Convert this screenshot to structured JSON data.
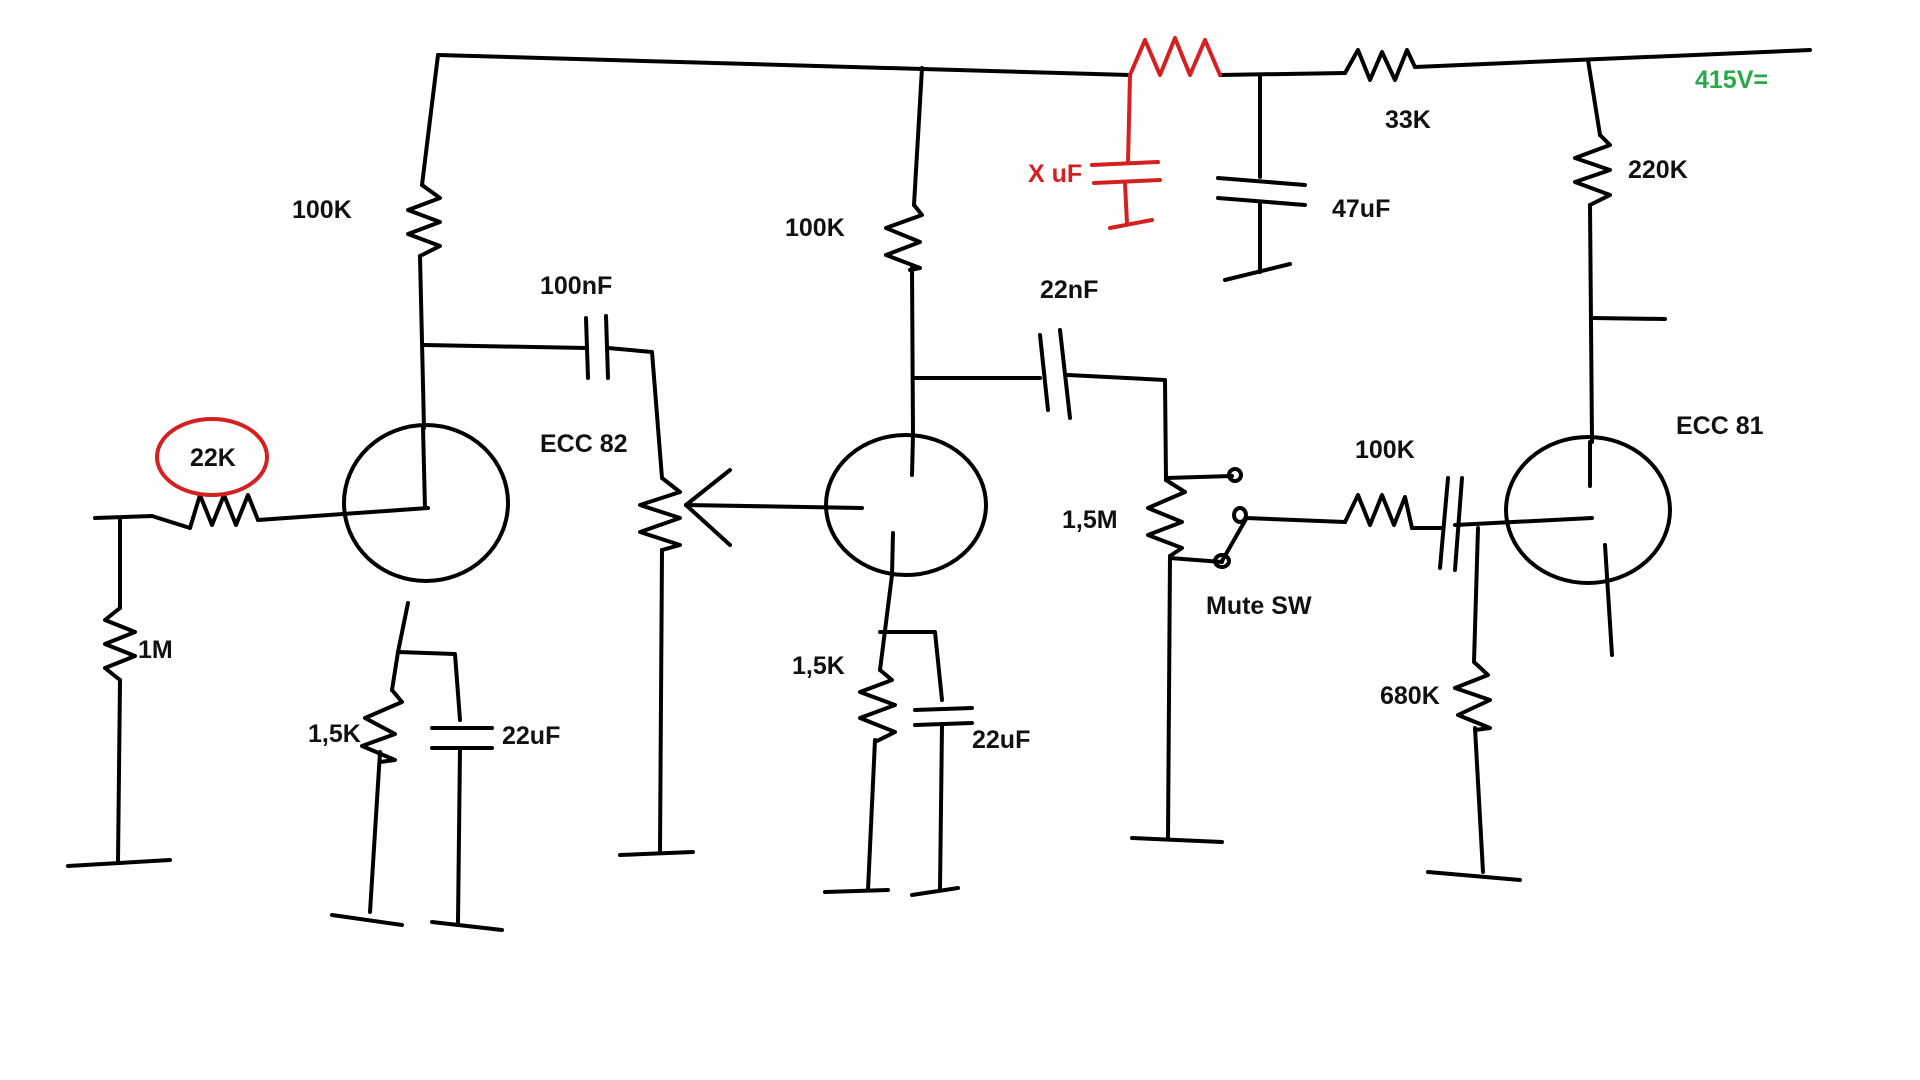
{
  "labels": {
    "r_in": "22K",
    "r_grid": "1M",
    "r_plate1": "100K",
    "c_coupling1": "100nF",
    "tube1": "ECC 82",
    "r_cathode1": "1,5K",
    "c_cathode1": "22uF",
    "r_plate2": "100K",
    "c_coupling2": "22nF",
    "r_cathode2": "1,5K",
    "c_cathode2": "22uF",
    "c_added": "X uF",
    "c_filter": "47uF",
    "r_dropper": "33K",
    "supply": "415V=",
    "r_plate3": "220K",
    "tube2": "ECC 81",
    "r_mute": "1,5M",
    "mute_switch": "Mute SW",
    "r_series": "100K",
    "r_grid3": "680K"
  },
  "colors": {
    "wire": "#000000",
    "highlight": "#d42020",
    "supply": "#2aa84a"
  }
}
